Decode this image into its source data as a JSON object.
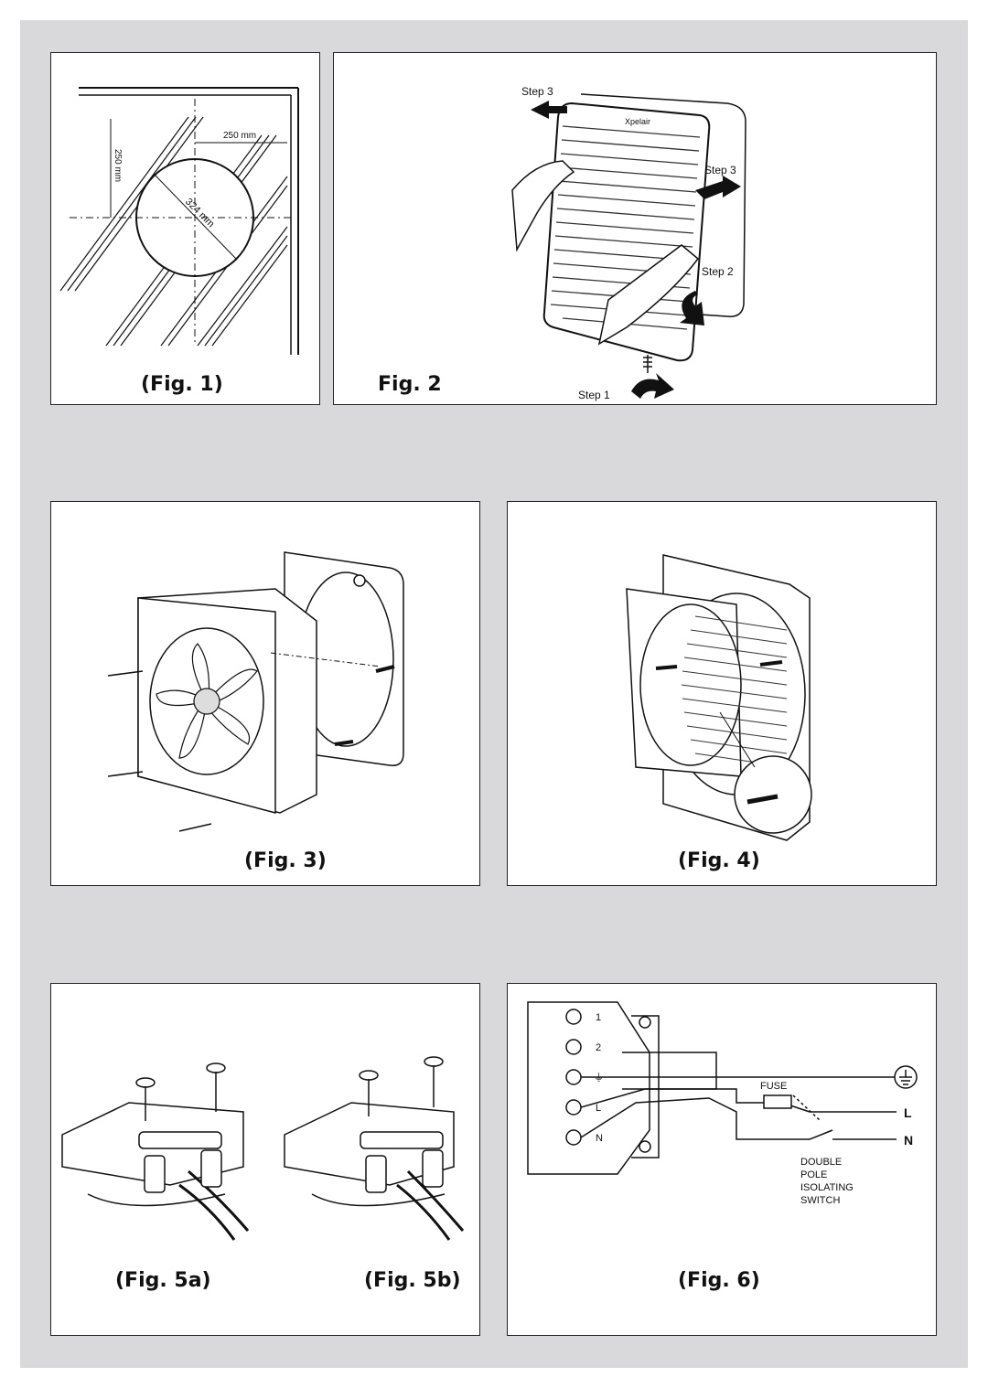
{
  "fig1": {
    "caption": "(Fig. 1)",
    "dim_width": "250 mm",
    "dim_height": "250 mm",
    "dim_diameter": "324 mm"
  },
  "fig2": {
    "caption": "Fig. 2",
    "step3_top": "Step 3",
    "step3_side": "Step 3",
    "step2": "Step 2",
    "step1": "Step 1",
    "brand": "Xpelair"
  },
  "fig3": {
    "caption": "(Fig. 3)"
  },
  "fig4": {
    "caption": "(Fig. 4)"
  },
  "fig5": {
    "caption_a": "(Fig. 5a)",
    "caption_b": "(Fig. 5b)"
  },
  "fig6": {
    "caption": "(Fig. 6)",
    "terminals": [
      "1",
      "2",
      "⏚",
      "L",
      "N"
    ],
    "fuse": "FUSE",
    "line_l": "L",
    "line_n": "N",
    "switch_label": [
      "DOUBLE",
      "POLE",
      "ISOLATING",
      "SWITCH"
    ]
  }
}
